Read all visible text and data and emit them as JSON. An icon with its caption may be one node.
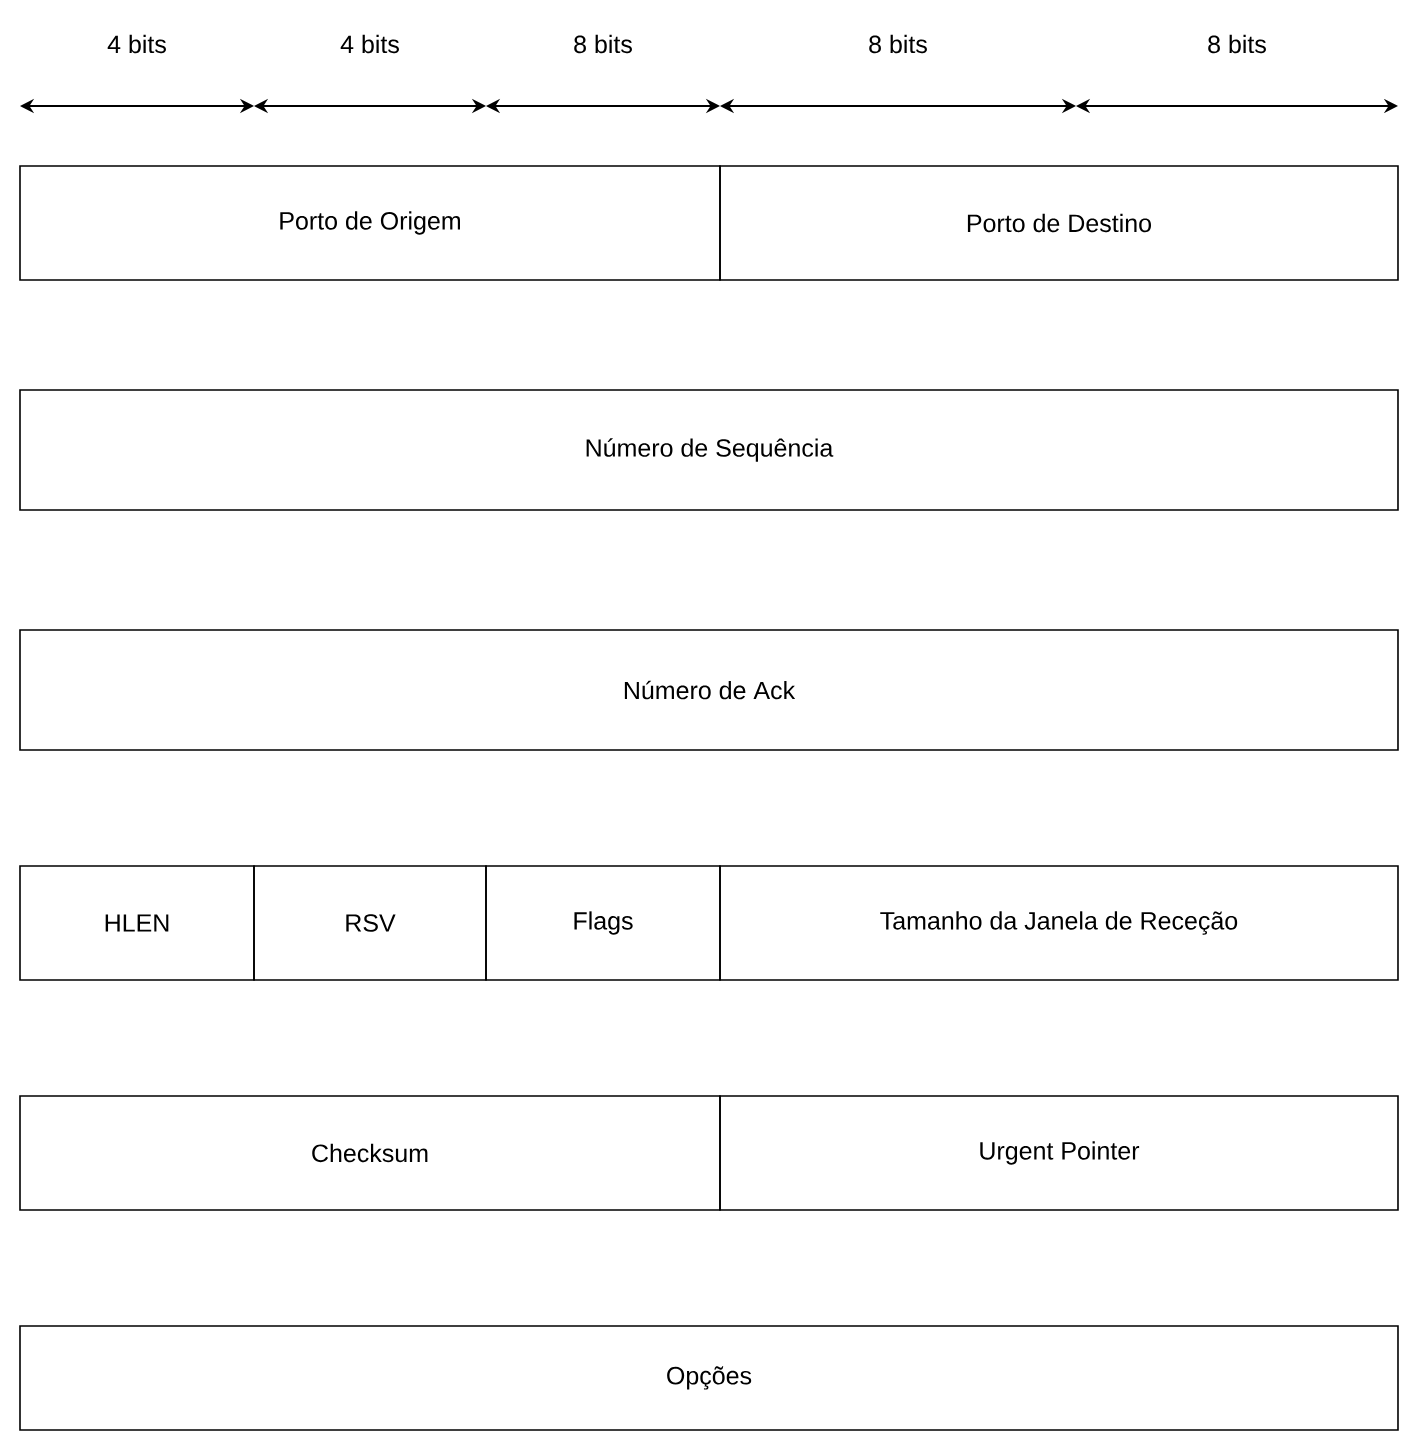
{
  "diagram": {
    "nodes": [
      {
        "text": [
          "Porto de Origem"
        ]
      },
      {
        "text": [
          "Porto de Destino"
        ]
      },
      {
        "text": [
          "Número de Sequência"
        ]
      },
      {
        "text": [
          "Número de Ack"
        ]
      },
      {
        "text": [
          "HLEN"
        ]
      },
      {
        "text": [
          "RSV"
        ]
      },
      {
        "text": [
          "Flags"
        ]
      },
      {
        "text": [
          "Tamanho da Janela de Receção"
        ]
      },
      {
        "text": [
          "Checksum"
        ]
      },
      {
        "text": [
          "Urgent Pointer"
        ]
      },
      {
        "text": [
          "Opções"
        ]
      }
    ],
    "labels": [
      "4 bits",
      "4 bits",
      "8 bits",
      "8 bits",
      "8 bits"
    ]
  }
}
